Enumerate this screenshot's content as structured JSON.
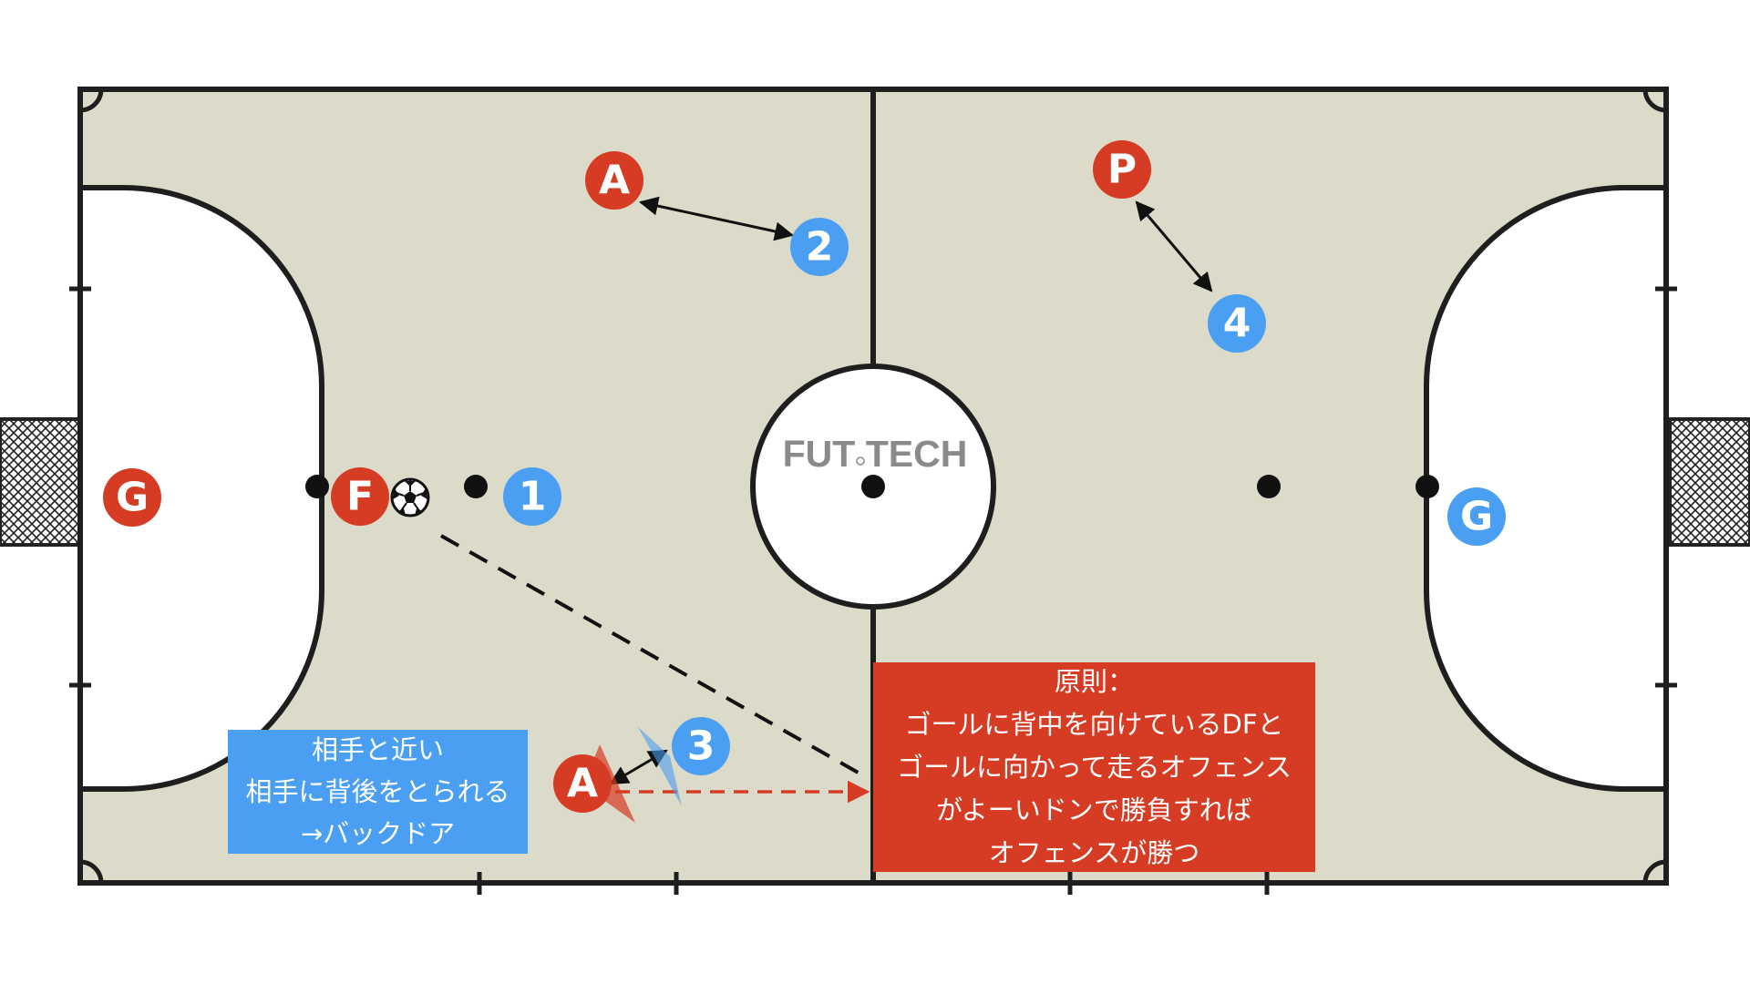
{
  "logo": {
    "text": "FUT TECH",
    "icon": "soccer-ball-icon"
  },
  "players": {
    "red_gk": "G",
    "red_f": "F",
    "red_a_top": "A",
    "red_p": "P",
    "red_a_bottom": "A",
    "blue_1": "1",
    "blue_2": "2",
    "blue_3": "3",
    "blue_4": "4",
    "blue_gk": "G"
  },
  "notes": {
    "blue": [
      "相手と近い",
      "相手に背後をとられる",
      "→バックドア"
    ],
    "red": [
      "原則：",
      "ゴールに背中を向けているDFと",
      "ゴールに向かって走るオフェンス",
      "がよーいドンで勝負すれば",
      "オフェンスが勝つ"
    ]
  },
  "colors": {
    "court": "#dcdac8",
    "line": "#1e1e1e",
    "red_team": "#d63b24",
    "blue_team": "#4a9ff2",
    "pass_arrow": "#d63b24"
  }
}
